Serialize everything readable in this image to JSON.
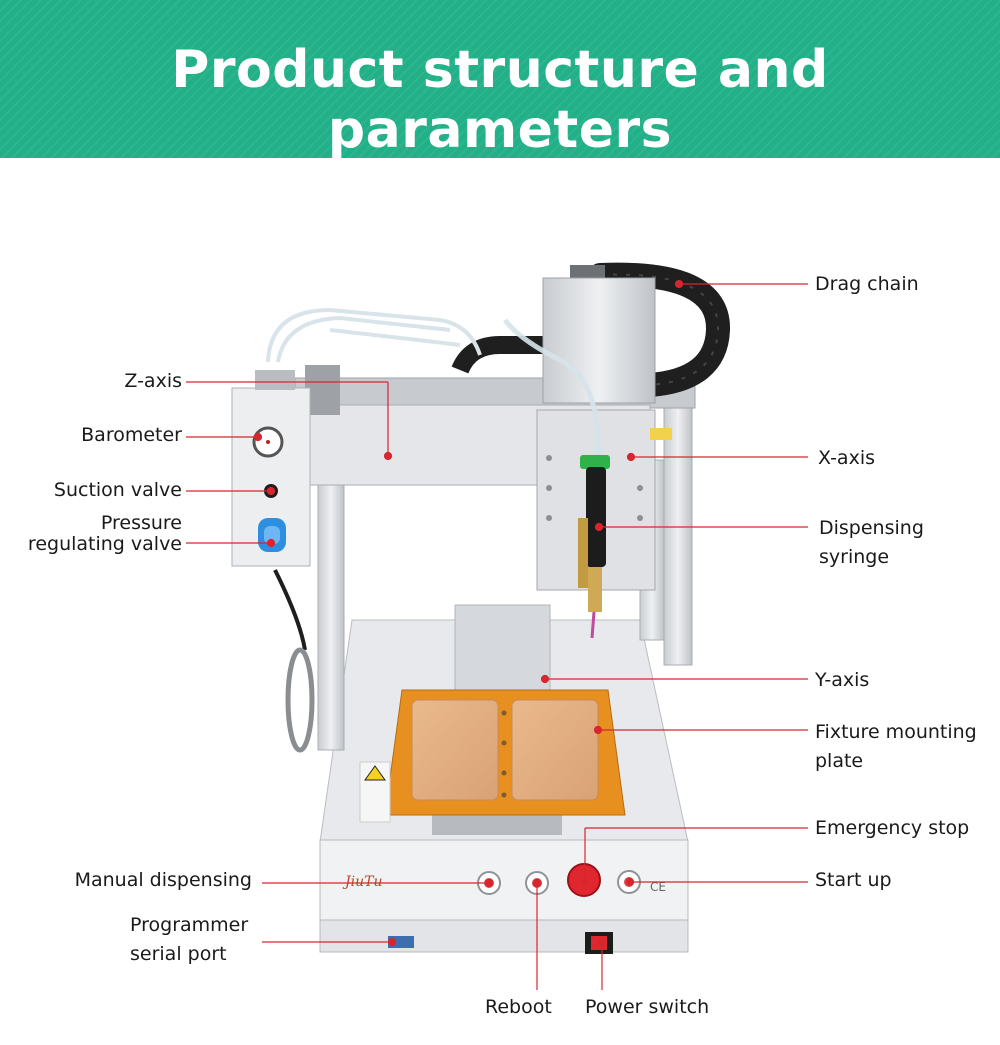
{
  "header": {
    "title": "Product structure and parameters"
  },
  "machine": {
    "brand_logo": "JiuTu",
    "ce_mark": "CE",
    "warning_sticker": "Caution"
  },
  "labels": {
    "drag_chain": "Drag chain",
    "z_axis": "Z-axis",
    "barometer": "Barometer",
    "suction_valve": "Suction valve",
    "pressure_line1": "Pressure",
    "pressure_line2": "regulating valve",
    "x_axis": "X-axis",
    "syringe_line1": "Dispensing",
    "syringe_line2": "syringe",
    "y_axis": "Y-axis",
    "fixture_line1": "Fixture mounting",
    "fixture_line2": "plate",
    "emergency_stop": "Emergency stop",
    "start_up": "Start up",
    "manual_dispensing": "Manual dispensing",
    "programmer_line1": "Programmer",
    "programmer_line2": "serial port",
    "reboot": "Reboot",
    "power_switch": "Power switch"
  },
  "colors": {
    "accent": "#21b087",
    "leader": "#d7262e"
  }
}
